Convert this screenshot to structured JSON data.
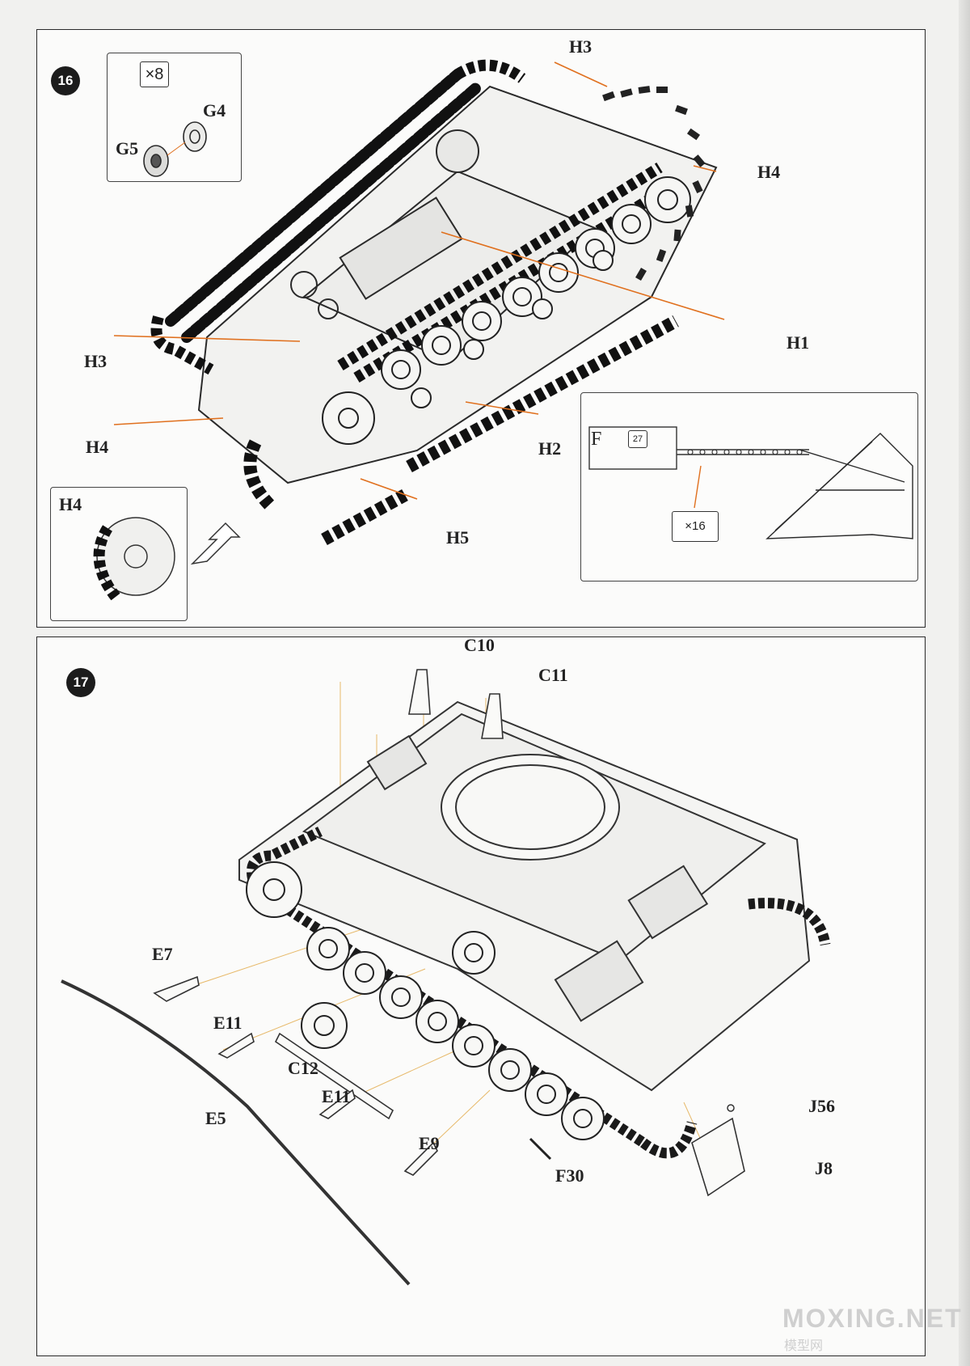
{
  "step16": {
    "number": "16",
    "inset_qty": "×8",
    "inset_parts": {
      "g4": "G4",
      "g5": "G5"
    },
    "labels": {
      "h3_top": "H3",
      "h4_right": "H4",
      "h1": "H1",
      "h3_left": "H3",
      "h2": "H2",
      "h4_left": "H4",
      "h5": "H5"
    },
    "h4_detail_label": "H4",
    "pe_detail": {
      "fret_letter": "F",
      "fret_number": "27",
      "qty": "×16"
    }
  },
  "step17": {
    "number": "17",
    "labels": {
      "c10": "C10",
      "c11": "C11",
      "e7": "E7",
      "e11_top": "E11",
      "c12": "C12",
      "e5": "E5",
      "e11_bottom": "E11",
      "e9": "E9",
      "f30": "F30",
      "j56": "J56",
      "j8": "J8"
    }
  },
  "watermark": {
    "main": "MOXING.NET",
    "sub": "模型网"
  },
  "colors": {
    "leader": "#e0701e",
    "ink": "#222222",
    "assembly_guide": "#e7b96a"
  }
}
